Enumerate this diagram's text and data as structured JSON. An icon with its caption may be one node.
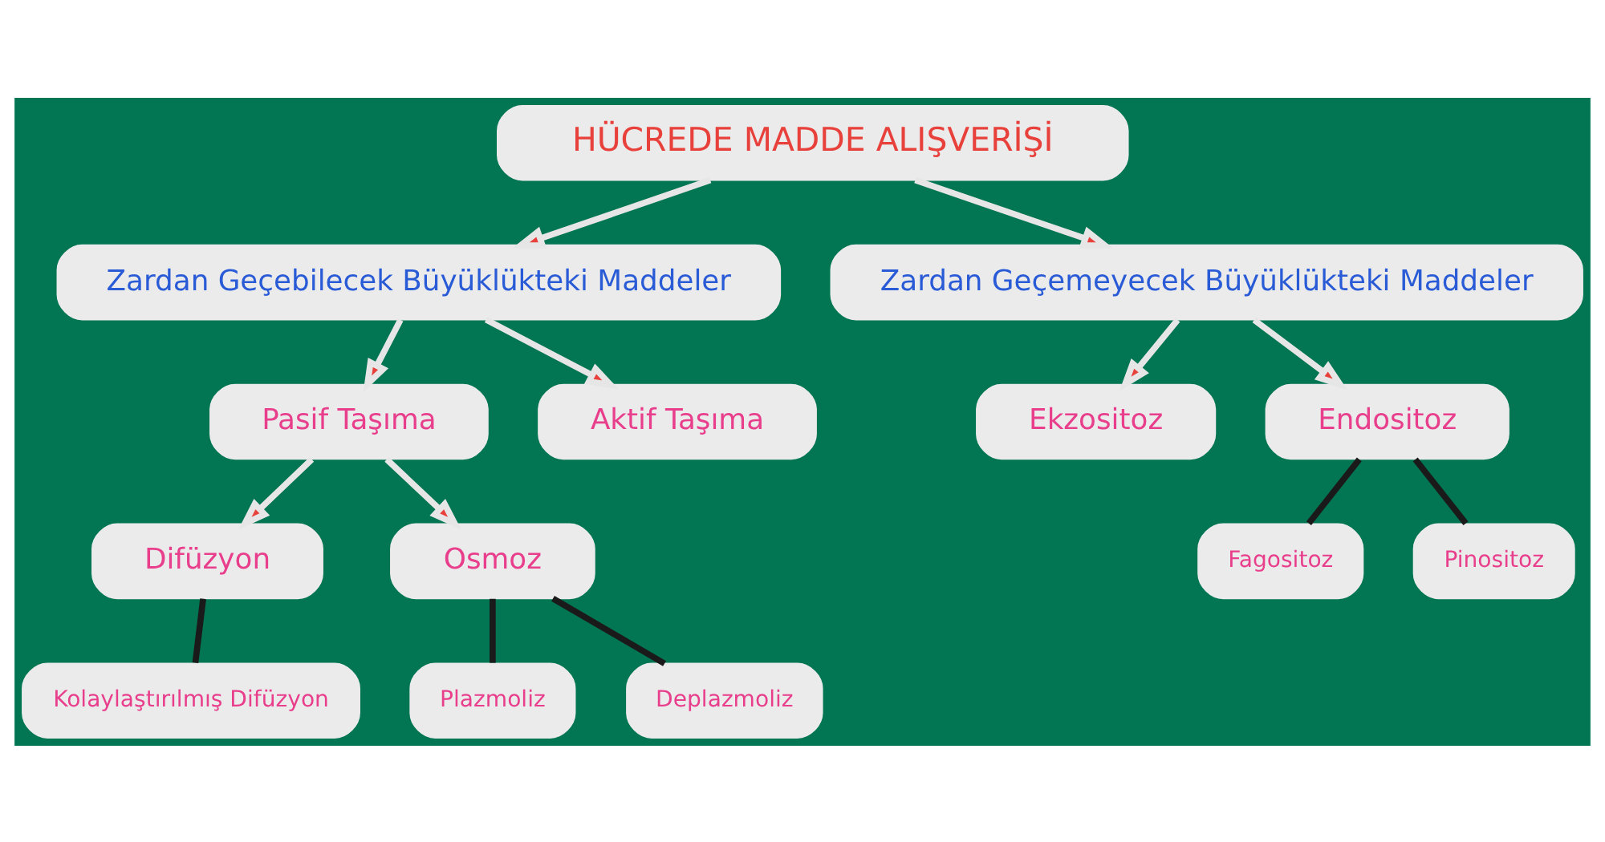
{
  "diagram": {
    "nodes": [
      {
        "text": [
          "HÜCREDE MADDE ALIŞVERİŞİ"
        ]
      },
      {
        "text": [
          "Zardan Geçebilecek Büyüklükteki Maddeler"
        ]
      },
      {
        "text": [
          "Zardan Geçemeyecek Büyüklükteki Maddeler"
        ]
      },
      {
        "text": [
          "Pasif Taşıma"
        ]
      },
      {
        "text": [
          "Aktif Taşıma"
        ]
      },
      {
        "text": [
          "Ekzositoz"
        ]
      },
      {
        "text": [
          "Endositoz"
        ]
      },
      {
        "text": [
          "Difüzyon"
        ]
      },
      {
        "text": [
          "Osmoz"
        ]
      },
      {
        "text": [
          "Kolaylaştırılmış Difüzyon"
        ]
      },
      {
        "text": [
          "Plazmoliz"
        ]
      },
      {
        "text": [
          "Deplazmoliz"
        ]
      },
      {
        "text": [
          "Fagositoz"
        ]
      },
      {
        "text": [
          "Pinositoz"
        ]
      }
    ],
    "edges": [
      {
        "from": 0,
        "to": 1,
        "arrow": "to"
      },
      {
        "from": 0,
        "to": 2,
        "arrow": "to"
      },
      {
        "from": 1,
        "to": 3,
        "arrow": "to"
      },
      {
        "from": 1,
        "to": 4,
        "arrow": "to"
      },
      {
        "from": 2,
        "to": 5,
        "arrow": "to"
      },
      {
        "from": 2,
        "to": 6,
        "arrow": "to"
      },
      {
        "from": 3,
        "to": 7,
        "arrow": "to"
      },
      {
        "from": 3,
        "to": 8,
        "arrow": "to"
      },
      {
        "from": 7,
        "to": 9,
        "arrow": "none",
        "color": "#1a1a1a"
      },
      {
        "from": 8,
        "to": 10,
        "arrow": "none",
        "color": "#1a1a1a"
      },
      {
        "from": 8,
        "to": 11,
        "arrow": "none",
        "color": "#1a1a1a"
      },
      {
        "from": 6,
        "to": 12,
        "arrow": "none",
        "color": "#1a1a1a"
      },
      {
        "from": 6,
        "to": 13,
        "arrow": "none",
        "color": "#1a1a1a"
      }
    ]
  }
}
